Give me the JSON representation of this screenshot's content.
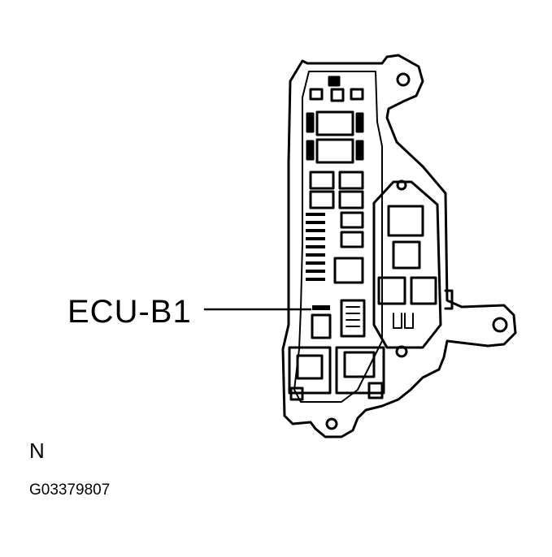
{
  "diagram": {
    "callout": {
      "label": "ECU-B1"
    },
    "view_letter": "N",
    "figure_id": "G03379807",
    "colors": {
      "line": "#000000",
      "background": "#ffffff"
    }
  }
}
